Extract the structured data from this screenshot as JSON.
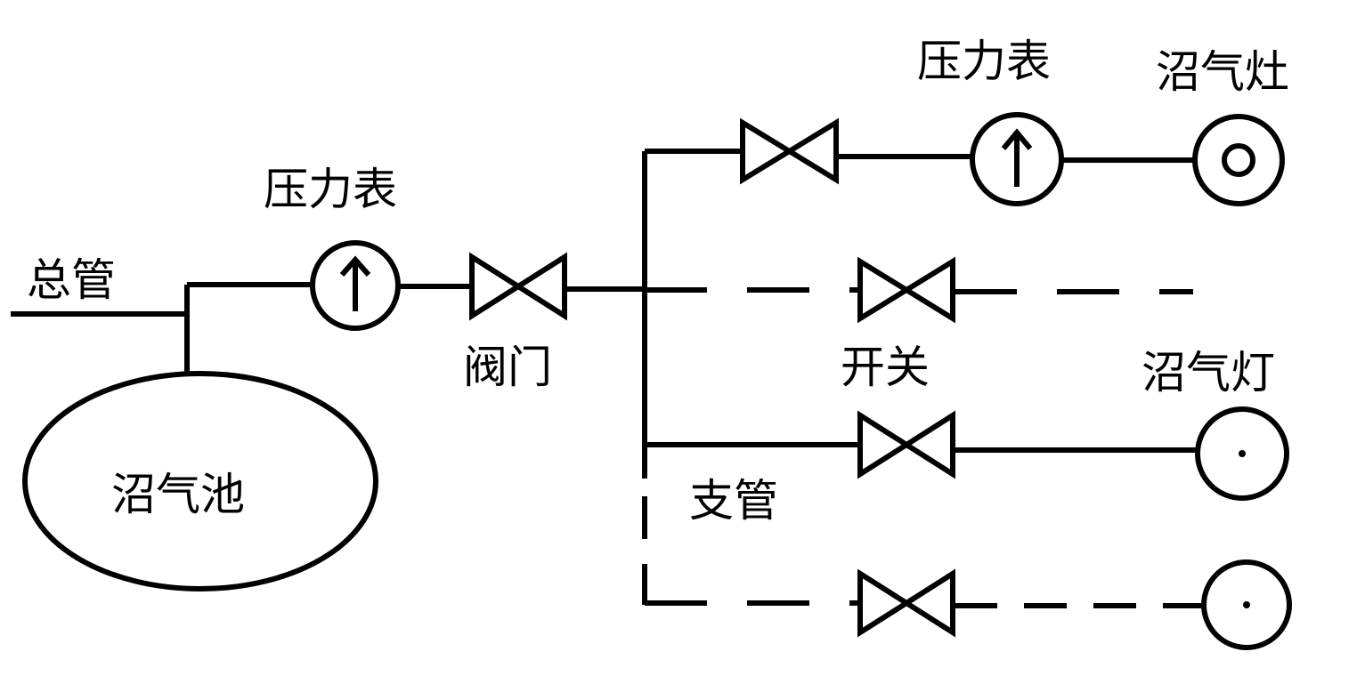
{
  "labels": {
    "main_pipe": "总管",
    "branch_pipe": "支管",
    "tank": "沼气池",
    "gauge_main": "压力表",
    "gauge_stove": "压力表",
    "main_valve": "阀门",
    "switch": "开关",
    "stove": "沼气灶",
    "lamp": "沼气灯"
  },
  "colors": {
    "line": "#000000",
    "background": "#ffffff"
  }
}
